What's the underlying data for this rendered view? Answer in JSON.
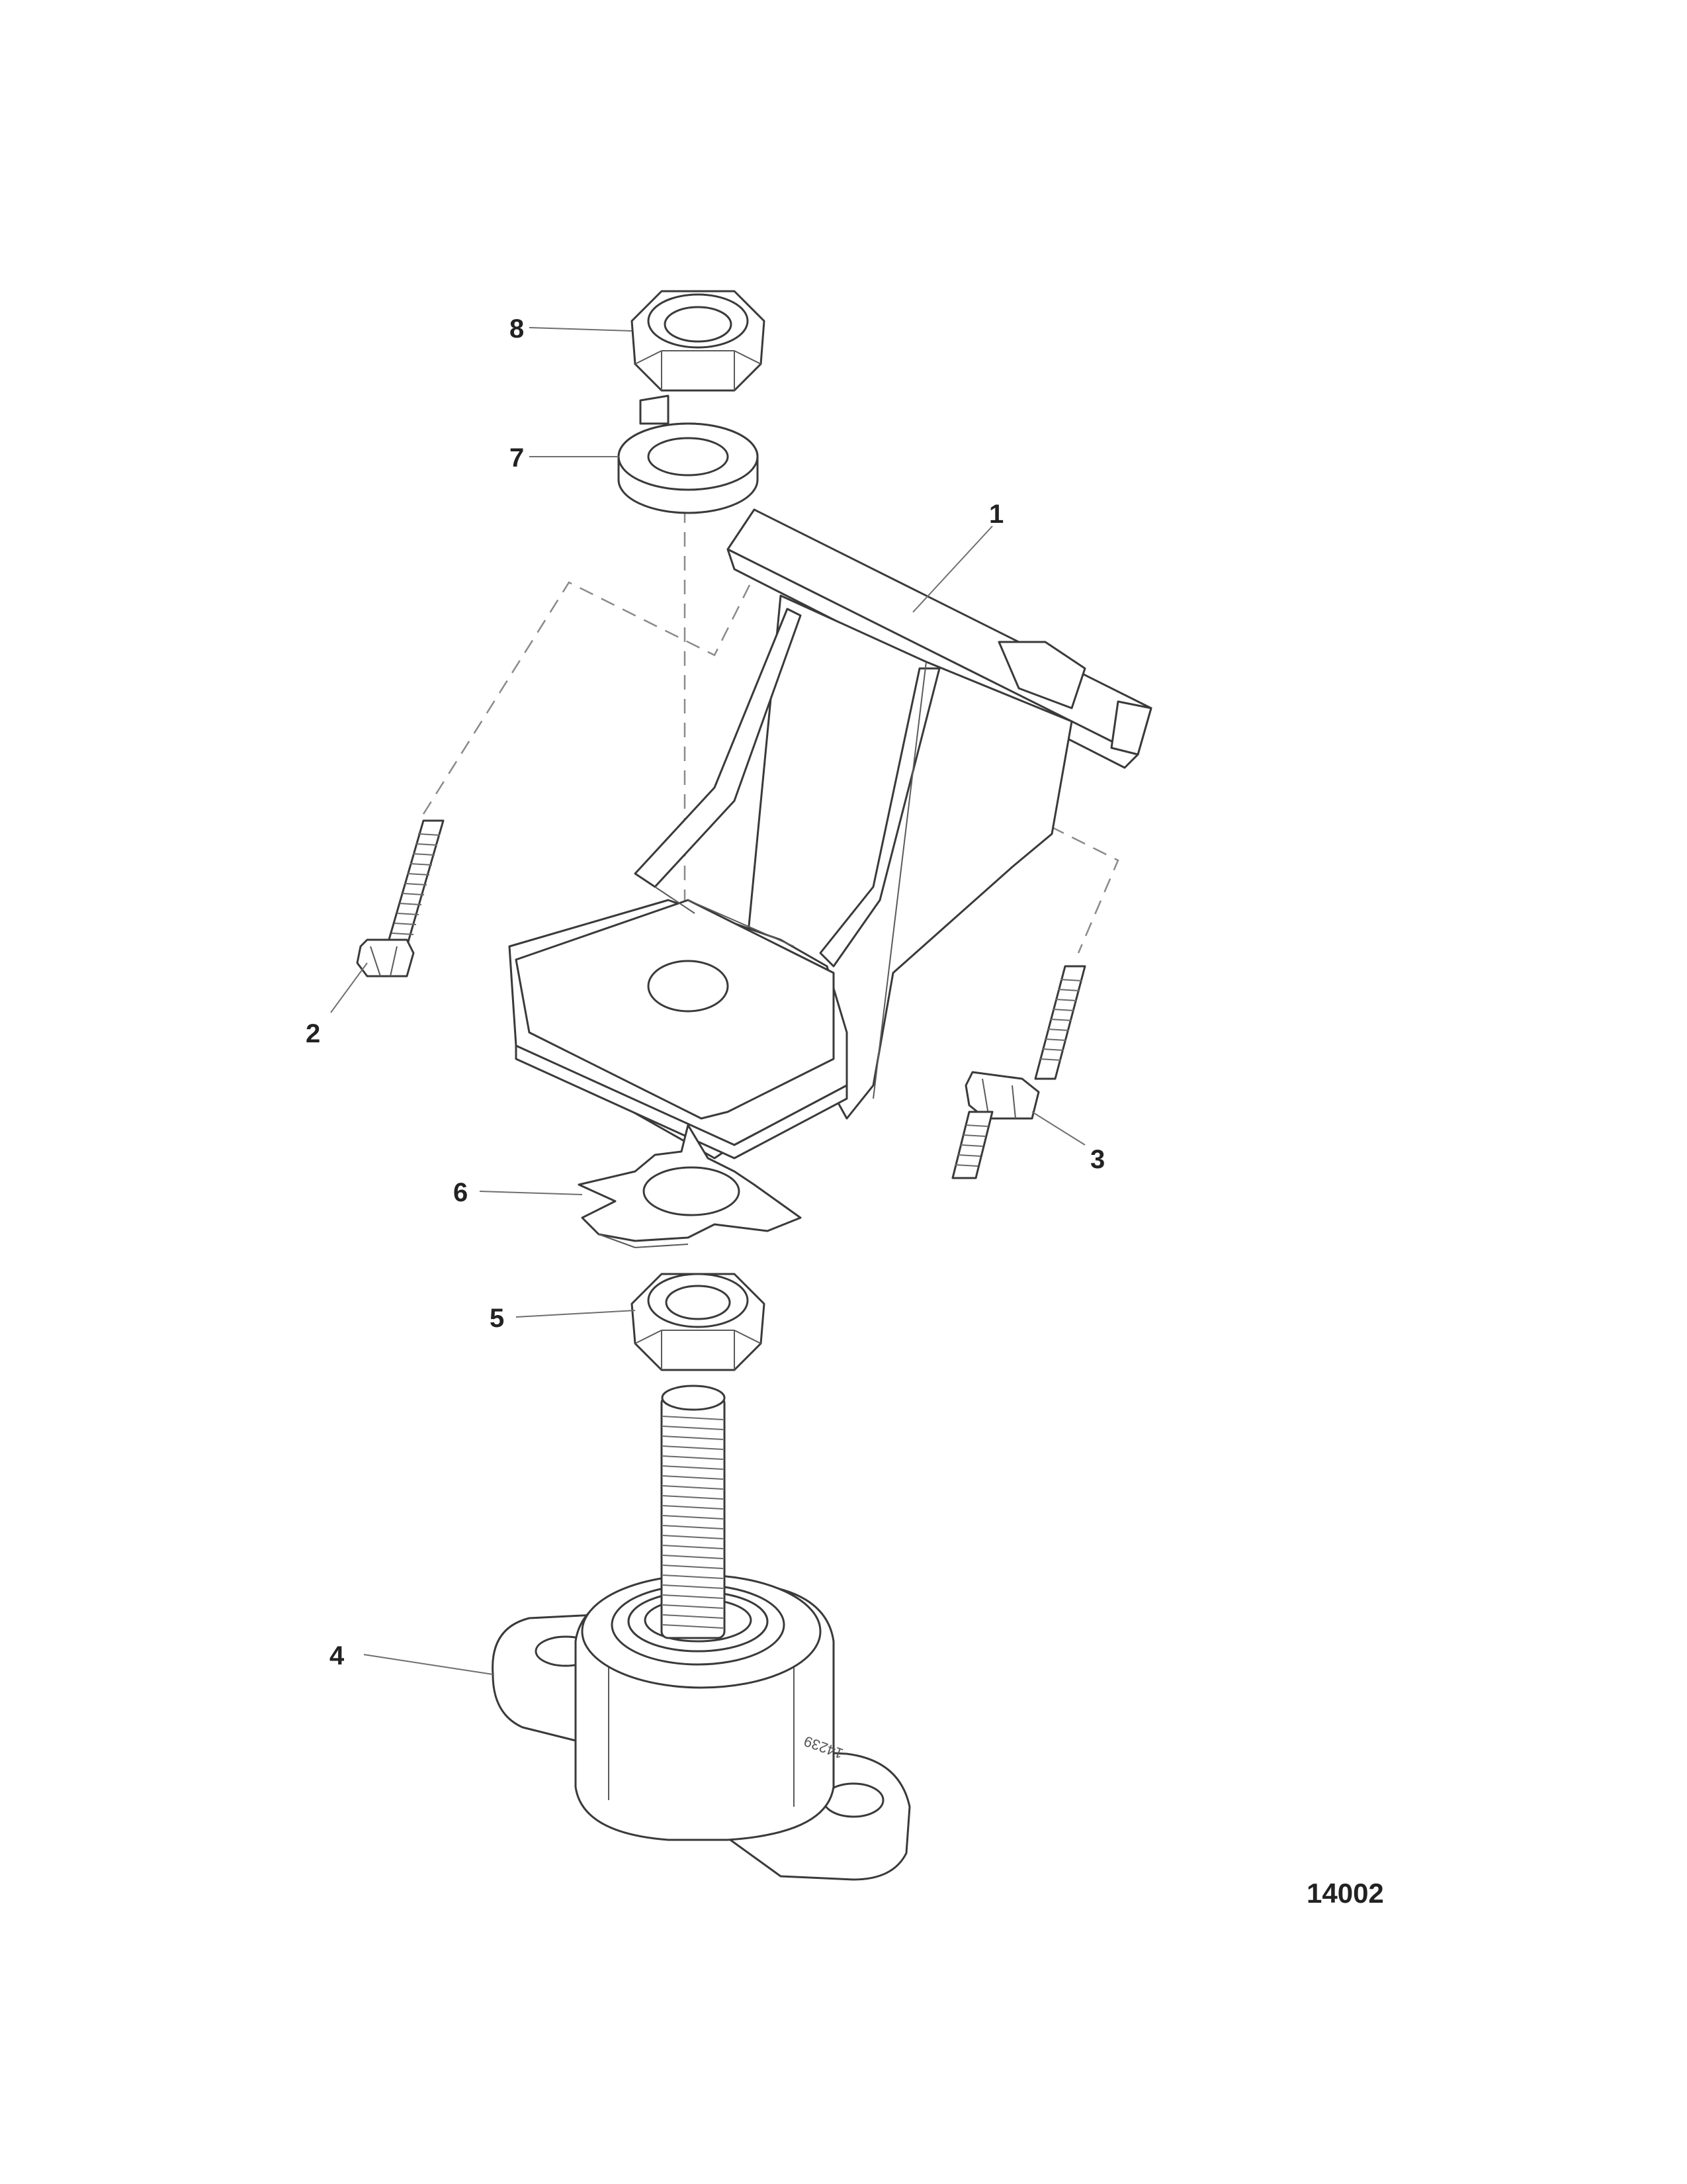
{
  "figure_number": "14002",
  "callouts": {
    "c1": "1",
    "c2": "2",
    "c3": "3",
    "c4": "4",
    "c5": "5",
    "c6": "6",
    "c7": "7",
    "c8": "8"
  },
  "mount_stamp": "14239"
}
